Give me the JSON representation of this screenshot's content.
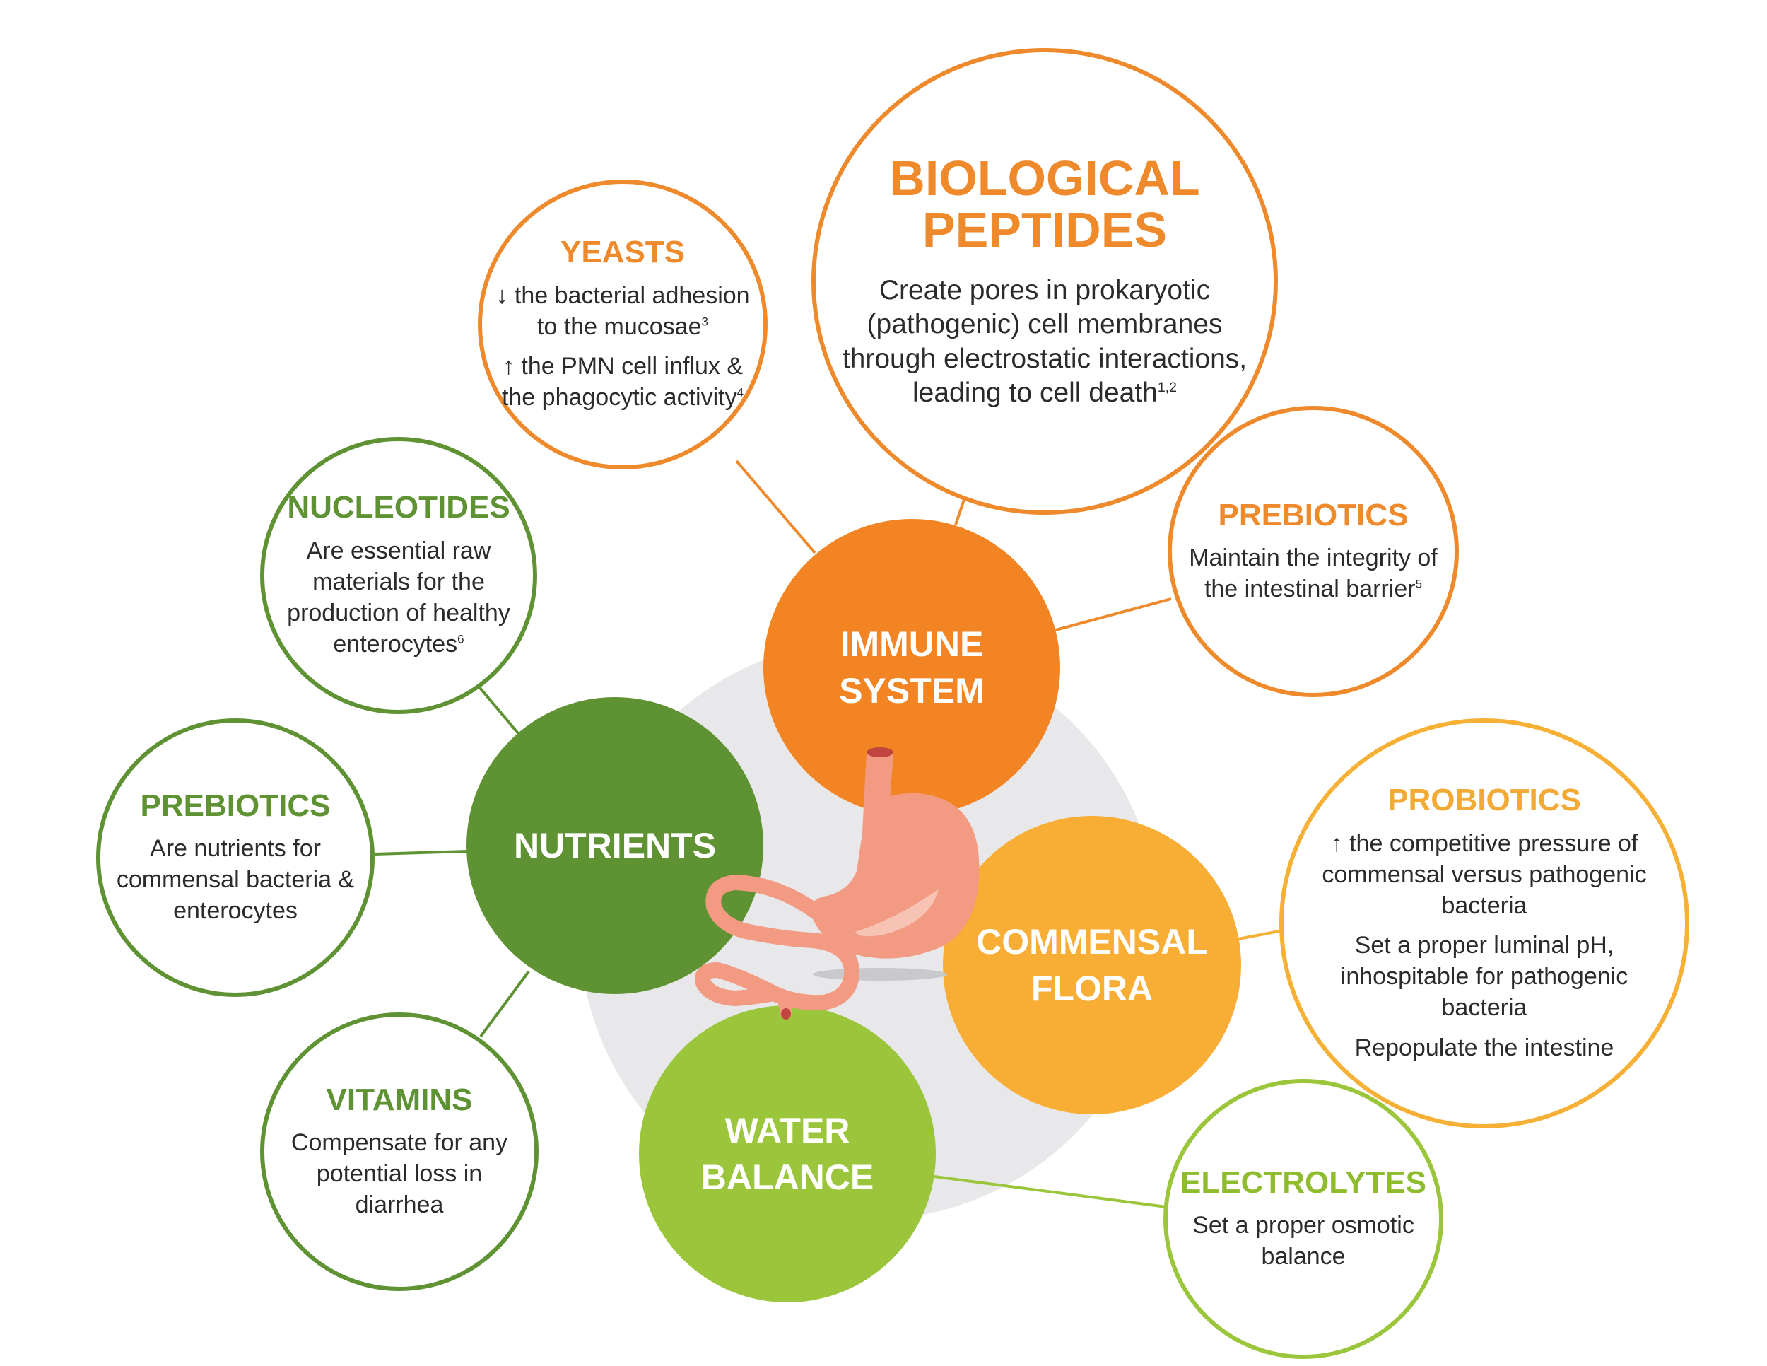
{
  "colors": {
    "orange": "#ee8a2b",
    "immune_fill": "#f28424",
    "dark_green": "#5e9233",
    "light_green": "#9bc63c",
    "yellow": "#f7b036",
    "bg_disc": "#e8e8ea",
    "stomach": "#f29a82"
  },
  "hubs": {
    "immune": "IMMUNE\nSYSTEM",
    "nutrients": "NUTRIENTS",
    "flora": "COMMENSAL\nFLORA",
    "water": "WATER\nBALANCE"
  },
  "nodes": {
    "bio": {
      "title": "BIOLOGICAL\nPEPTIDES",
      "lines": [
        "Create pores in prokaryotic",
        "(pathogenic) cell membranes",
        "through electrostatic interactions,",
        "leading to cell death"
      ],
      "sup": "1,2"
    },
    "yeasts": {
      "title": "YEASTS",
      "p1": [
        "↓ the bacterial adhesion",
        "to the mucosae"
      ],
      "p1_sup": "3",
      "p2": [
        "↑ the PMN cell influx &",
        "the phagocytic activity"
      ],
      "p2_sup": "4"
    },
    "prebiotics_immune": {
      "title": "PREBIOTICS",
      "lines": [
        "Maintain the integrity of",
        "the intestinal barrier"
      ],
      "sup": "5"
    },
    "nucleotides": {
      "title": "NUCLEOTIDES",
      "lines": [
        "Are essential raw",
        "materials for the",
        "production of healthy",
        "enterocytes"
      ],
      "sup": "6"
    },
    "prebiotics_nutrients": {
      "title": "PREBIOTICS",
      "lines": [
        "Are nutrients for",
        "commensal bacteria &",
        "enterocytes"
      ]
    },
    "vitamins": {
      "title": "VITAMINS",
      "lines": [
        "Compensate for any",
        "potential loss in",
        "diarrhea"
      ]
    },
    "probiotics": {
      "title": "PROBIOTICS",
      "p1": [
        "↑ the competitive pressure of",
        "commensal versus pathogenic",
        "bacteria"
      ],
      "p2": [
        "Set a proper luminal pH,",
        "inhospitable for pathogenic",
        "bacteria"
      ],
      "p3": [
        "Repopulate the intestine"
      ]
    },
    "electrolytes": {
      "title": "ELECTROLYTES",
      "lines": [
        "Set a proper osmotic",
        "balance"
      ]
    }
  }
}
